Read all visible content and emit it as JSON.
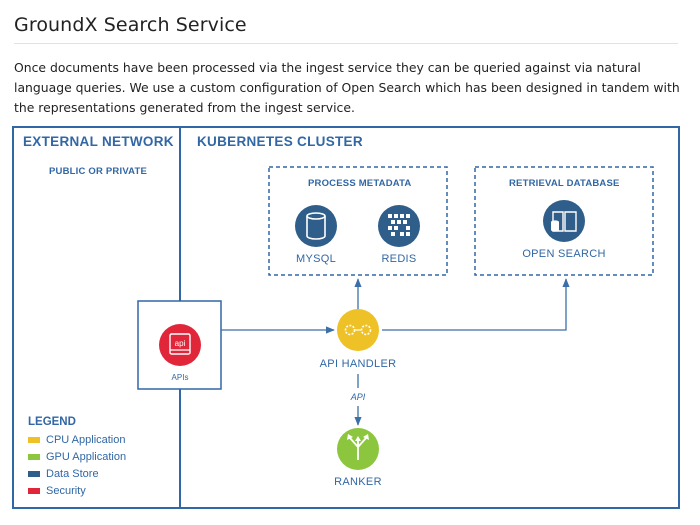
{
  "page": {
    "title": "GroundX Search Service",
    "intro": "Once documents have been processed via the ingest service they can be queried against via natural language queries. We use a custom configuration of Open Search which has been designed in tandem with the representations generated from the ingest service."
  },
  "diagram": {
    "external_network": {
      "header": "EXTERNAL NETWORK",
      "subheader": "PUBLIC OR PRIVATE"
    },
    "kubernetes_cluster": {
      "header": "KUBERNETES CLUSTER"
    },
    "process_metadata": {
      "header": "PROCESS METADATA",
      "mysql_label": "MYSQL",
      "redis_label": "REDIS"
    },
    "retrieval_database": {
      "header": "RETRIEVAL DATABASE",
      "open_search_label": "OPEN SEARCH"
    },
    "apis": {
      "icon_text": "api",
      "label": "APIs"
    },
    "api_handler": {
      "label": "API HANDLER",
      "edge_label": "API"
    },
    "ranker": {
      "label": "RANKER"
    },
    "legend": {
      "title": "LEGEND",
      "items": [
        {
          "label": "CPU Application",
          "color": "#eec127"
        },
        {
          "label": "GPU Application",
          "color": "#8cc63e"
        },
        {
          "label": "Data Store",
          "color": "#2f5e8a"
        },
        {
          "label": "Security",
          "color": "#e1263a"
        }
      ]
    },
    "colors": {
      "border": "#3167a5",
      "data_store": "#2f5e8a",
      "cpu": "#eec127",
      "gpu": "#8cc63e",
      "security": "#e1263a"
    }
  }
}
